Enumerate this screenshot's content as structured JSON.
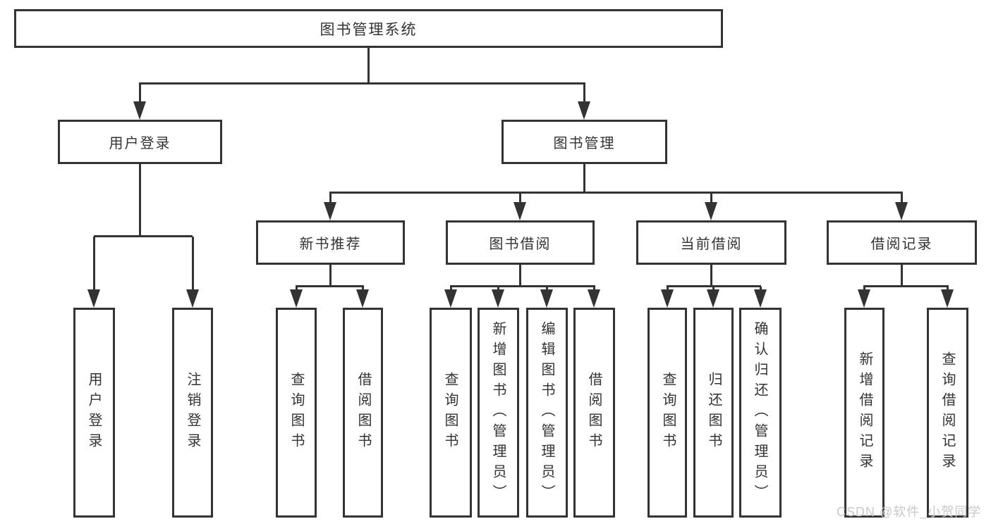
{
  "colors": {
    "line": "#333333",
    "text": "#333333",
    "box_bg": "#ffffff",
    "watermark": "#c9c9c9"
  },
  "diagram": {
    "title": "图书管理系统",
    "branches": [
      {
        "label": "用户登录",
        "children": [
          {
            "label": "用户登录"
          },
          {
            "label": "注销登录"
          }
        ]
      },
      {
        "label": "图书管理",
        "children": [
          {
            "label": "新书推荐",
            "children": [
              {
                "label": "查询图书"
              },
              {
                "label": "借阅图书"
              }
            ]
          },
          {
            "label": "图书借阅",
            "children": [
              {
                "label": "查询图书"
              },
              {
                "label": "新增图书（管理员）"
              },
              {
                "label": "编辑图书（管理员）"
              },
              {
                "label": "借阅图书"
              }
            ]
          },
          {
            "label": "当前借阅",
            "children": [
              {
                "label": "查询图书"
              },
              {
                "label": "归还图书"
              },
              {
                "label": "确认归还（管理员）"
              }
            ]
          },
          {
            "label": "借阅记录",
            "children": [
              {
                "label": "新增借阅记录"
              },
              {
                "label": "查询借阅记录"
              }
            ]
          }
        ]
      }
    ]
  },
  "watermark": {
    "text": "CSDN @软件_小贺同学"
  }
}
